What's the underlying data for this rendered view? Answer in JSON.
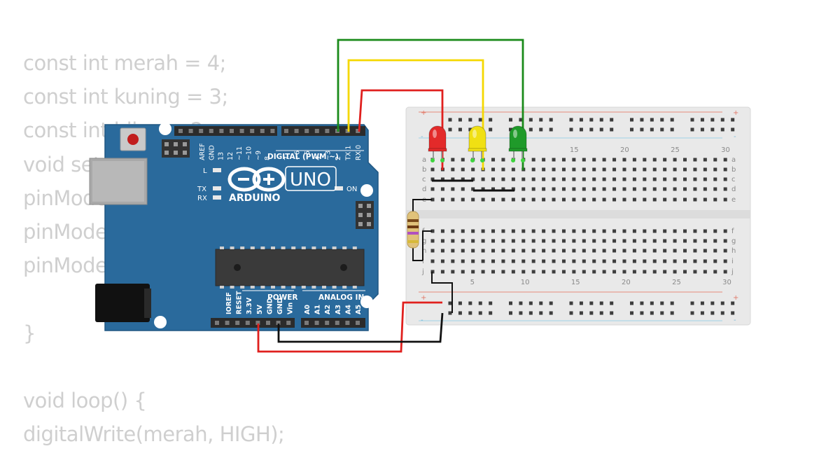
{
  "code_lines": [
    "const int merah = 4;",
    "const int kuning = 3;",
    "const int hijau = 2;",
    "void setup() {",
    "pinMode(merah, OUTPUT);",
    "pinMode(kuning, OUTPUT);",
    "pinMode(hijau, OUTPUT);",
    "",
    "}",
    "",
    "void loop() {",
    "digitalWrite(merah, HIGH);"
  ],
  "arduino": {
    "model": "UNO",
    "brand": "ARDUINO",
    "digital_header": "DIGITAL (PWM ~)",
    "power_header": "POWER",
    "analog_header": "ANALOG IN",
    "led_l": "L",
    "led_tx": "TX",
    "led_rx": "RX",
    "led_on": "ON",
    "digital_pins": [
      "AREF",
      "GND",
      "13",
      "12",
      "~11",
      "~10",
      "~9",
      "8",
      "7",
      "~6",
      "~5",
      "4",
      "~3",
      "2",
      "TX 1",
      "RX 0"
    ],
    "power_pins": [
      "IOREF",
      "RESET",
      "3.3V",
      "5V",
      "GND",
      "GND",
      "Vin"
    ],
    "analog_pins": [
      "A0",
      "A1",
      "A2",
      "A3",
      "A4",
      "A5"
    ]
  },
  "breadboard": {
    "column_numbers": [
      "5",
      "10",
      "15",
      "20",
      "25",
      "30"
    ],
    "rows_top": [
      "a",
      "b",
      "c",
      "d",
      "e"
    ],
    "rows_bottom": [
      "f",
      "g",
      "h",
      "i",
      "j"
    ],
    "rail_plus": "+",
    "rail_minus": "-"
  },
  "leds": [
    {
      "name": "red-led",
      "color": "#e32a2a"
    },
    {
      "name": "yellow-led",
      "color": "#f0e013"
    },
    {
      "name": "green-led",
      "color": "#1f9a2a"
    }
  ],
  "wires": [
    {
      "name": "green-wire",
      "color": "#1a8a1a"
    },
    {
      "name": "yellow-wire",
      "color": "#f5d800"
    },
    {
      "name": "red-wire",
      "color": "#e0201e"
    },
    {
      "name": "black-wire",
      "color": "#111111"
    }
  ]
}
